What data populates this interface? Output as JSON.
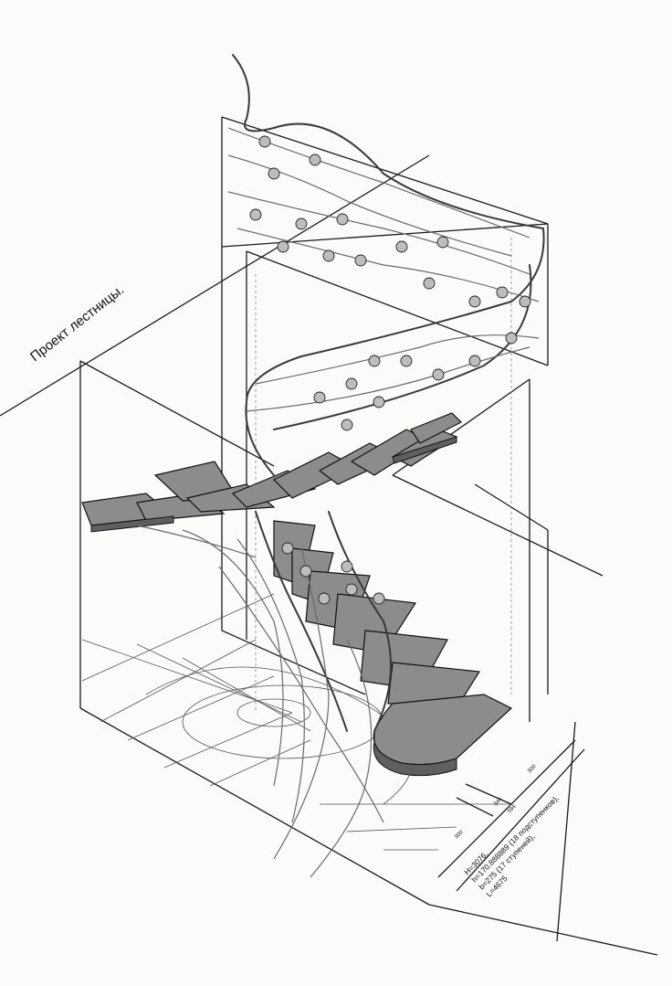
{
  "title": "Проект лестницы.",
  "specs": {
    "height": "H=3076,",
    "riser": "h=170.888889 (18 подступенков),",
    "tread": "b=275 (17 ступеней),",
    "length": "L=4675"
  },
  "dimensions": [
    "300",
    "344",
    "594",
    "300"
  ],
  "colors": {
    "line": "#1a1a1a",
    "tread": "#8c8c8c",
    "paper": "#fbfbfa"
  }
}
